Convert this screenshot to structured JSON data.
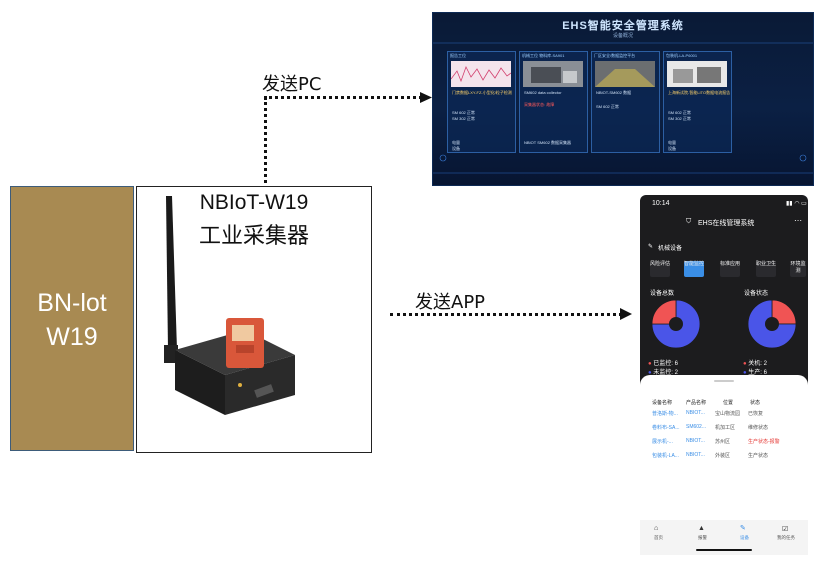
{
  "left_box": {
    "line1": "BN-lot",
    "line2": "W19"
  },
  "device": {
    "title1": "NBIoT-W19",
    "title2": "工业采集器"
  },
  "arrows": {
    "pc_label": "发送PC",
    "app_label": "发送APP"
  },
  "pc": {
    "title": "EHS智能安全管理系统",
    "subtitle": "设备概况",
    "cards": [
      {
        "header": "报告工位",
        "name": "门禁数据LXY-FZ-小型化/粒子检测",
        "l1": "SM 602  正常",
        "l2": "SM 302  正常",
        "f1": "电量",
        "f2": "设备"
      },
      {
        "header": "机械工位 物料库-SA901",
        "name": "SM602 data collector",
        "l1": "采集器状态: 故障",
        "l2": "",
        "f1": "NBIOT SM602 数据采集器",
        "f2": ""
      },
      {
        "header": "厂区安全/数据监控平台",
        "name": "NBIOT-SM602 数据",
        "l1": "SM 602  正常",
        "l2": "",
        "f1": "",
        "f2": ""
      },
      {
        "header": "包装机-LA-P6001",
        "name": "上海新试院-智能LITO数据电流报告",
        "l1": "SM 602  正常",
        "l2": "SM 302  正常",
        "f1": "电量",
        "f2": "设备"
      }
    ]
  },
  "phone": {
    "time": "10:14",
    "app_title": "EHS在线管理系统",
    "section": "机械设备",
    "tabs": [
      "风险评估",
      "智能监控",
      "标准应用",
      "职业卫生",
      "环境监测"
    ],
    "chart1_title": "设备总数",
    "chart2_title": "设备状态",
    "legend1": [
      "已监控: 6",
      "未监控: 2"
    ],
    "legend2": [
      "关机: 2",
      "生产: 6"
    ],
    "table_headers": [
      "设备名称",
      "产品名称",
      "位置",
      "状态"
    ],
    "rows": [
      [
        "普洛斯-物...",
        "NBIOT...",
        "宝山物流园",
        "已恢复"
      ],
      [
        "卷料布-SA...",
        "SM602...",
        "机加工区",
        "维修状态"
      ],
      [
        "展示机-...",
        "NBIOT...",
        "苏州区",
        "生产状态-报警"
      ],
      [
        "包装机-LA...",
        "NBIOT...",
        "外装区",
        "生产状态"
      ]
    ],
    "nav": [
      "首页",
      "报警",
      "设备",
      "我的任务"
    ],
    "colors": {
      "red": "#f05454",
      "blue": "#4a55e8",
      "accent": "#3a8ee6"
    }
  },
  "chart_data": [
    {
      "type": "pie",
      "title": "设备总数",
      "categories": [
        "已监控",
        "未监控"
      ],
      "values": [
        6,
        2
      ]
    },
    {
      "type": "pie",
      "title": "设备状态",
      "categories": [
        "关机",
        "生产"
      ],
      "values": [
        2,
        6
      ]
    }
  ]
}
